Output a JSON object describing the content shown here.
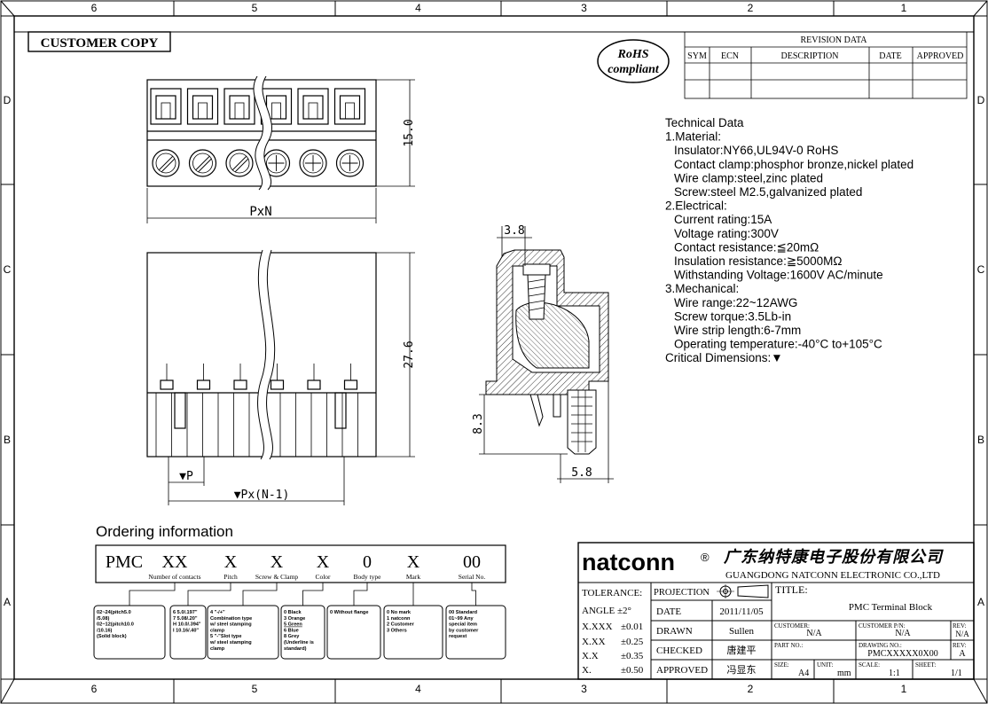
{
  "border": {
    "columns_top": [
      "6",
      "5",
      "4",
      "3",
      "2",
      "1"
    ],
    "columns_bottom": [
      "6",
      "5",
      "4",
      "3",
      "2",
      "1"
    ],
    "rows_left": [
      "D",
      "C",
      "B",
      "A"
    ],
    "rows_right": [
      "D",
      "C",
      "B",
      "A"
    ]
  },
  "customer_copy": "CUSTOMER COPY",
  "rohs": {
    "line1": "RoHS",
    "line2": "compliant"
  },
  "revision": {
    "title": "REVISION DATA",
    "headers": [
      "SYM",
      "ECN",
      "DESCRIPTION",
      "DATE",
      "APPROVED"
    ]
  },
  "technical": {
    "lines": [
      "Technical Data",
      "1.Material:",
      "  Insulator:NY66,UL94V-0 RoHS",
      "  Contact clamp:phosphor bronze,nickel plated",
      "  Wire clamp:steel,zinc plated",
      "  Screw:steel M2.5,galvanized plated",
      "2.Electrical:",
      "  Current rating:15A",
      "  Voltage rating:300V",
      "  Contact resistance:≦20mΩ",
      "  Insulation resistance:≧5000MΩ",
      "  Withstanding Voltage:1600V AC/minute",
      "3.Mechanical:",
      "  Wire range:22~12AWG",
      "  Screw torque:3.5Lb-in",
      "  Wire strip length:6-7mm",
      "  Operating temperature:-40°C to+105°C",
      "Critical Dimensions:▼"
    ]
  },
  "dims": {
    "h15": "15.0",
    "pxn": "PxN",
    "h276": "27.6",
    "p": "▼P",
    "pxn1": "▼Px(N-1)",
    "d38": "3.8",
    "d83": "8.3",
    "d58": "5.8"
  },
  "ordering": {
    "title": "Ordering information",
    "codes": [
      "PMC",
      "XX",
      "X",
      "X",
      "X",
      "0",
      "X",
      "00"
    ],
    "captions": [
      "Number of contacts",
      "Pitch",
      "Screw & Clamp",
      "Color",
      "Body type",
      "Mark",
      "Serial No."
    ],
    "boxes": [
      [
        "02~24(pitch5.0",
        "/5.08)",
        "02~12(pitch10.0",
        "/10.16)",
        "(Solid block)"
      ],
      [
        "6  5.0/.197\"",
        "7  5.08/.20\"",
        "H  10.0/.394\"",
        "I  10.16/.40\""
      ],
      [
        "4  \"-/+\"",
        "Combination type",
        "w/ steel stamping",
        "clamp",
        "5  \"-\"Slot type",
        "w/ steel stamping",
        "clamp"
      ],
      [
        "0  Black",
        "3  Orange",
        "5  Green",
        "6  Blue",
        "8  Grey",
        "(Underline is",
        "standard)"
      ],
      [
        "0  Without flange"
      ],
      [
        "0  No mark",
        "1  natconn",
        "2  Customer",
        "3  Others"
      ],
      [
        "00 Standard",
        "01~99 Any",
        "special item",
        "by customer",
        "request"
      ]
    ]
  },
  "titleblock": {
    "brand": "natconn",
    "reg": "®",
    "company_cn": "广东纳特康电子股份有限公司",
    "company_en": "GUANGDONG NATCONN ELECTRONIC CO.,LTD",
    "tolerance": {
      "label": "TOLERANCE:",
      "rows": [
        [
          "ANGLE ±2°",
          ""
        ],
        [
          "X.XXX",
          "±0.01"
        ],
        [
          "X.XX",
          "±0.25"
        ],
        [
          "X.X",
          "±0.35"
        ],
        [
          "X.",
          "±0.50"
        ]
      ]
    },
    "projection_label": "PROJECTION",
    "rows": [
      [
        "DATE",
        "2011/11/05"
      ],
      [
        "DRAWN",
        "Sullen"
      ],
      [
        "CHECKED",
        "唐建平"
      ],
      [
        "APPROVED",
        "冯显东"
      ]
    ],
    "title_label": "TITLE:",
    "title_value": "PMC  Terminal Block",
    "customer_label": "CUSTOMER:",
    "customer_value": "N/A",
    "customer_pn_label": "CUSTOMER P/N:",
    "customer_pn_value": "N/A",
    "rev_label": "REV:",
    "rev1": "N/A",
    "rev2": "A",
    "part_label": "PART NO.:",
    "drawing_label": "DRAWING NO.:",
    "drawing_value": "PMCXXXXX0X00",
    "size_label": "SIZE:",
    "size_value": "A4",
    "unit_label": "UNIT:",
    "unit_value": "mm",
    "scale_label": "SCALE:",
    "scale_value": "1:1",
    "sheet_label": "SHEET:",
    "sheet_value": "1/1"
  }
}
